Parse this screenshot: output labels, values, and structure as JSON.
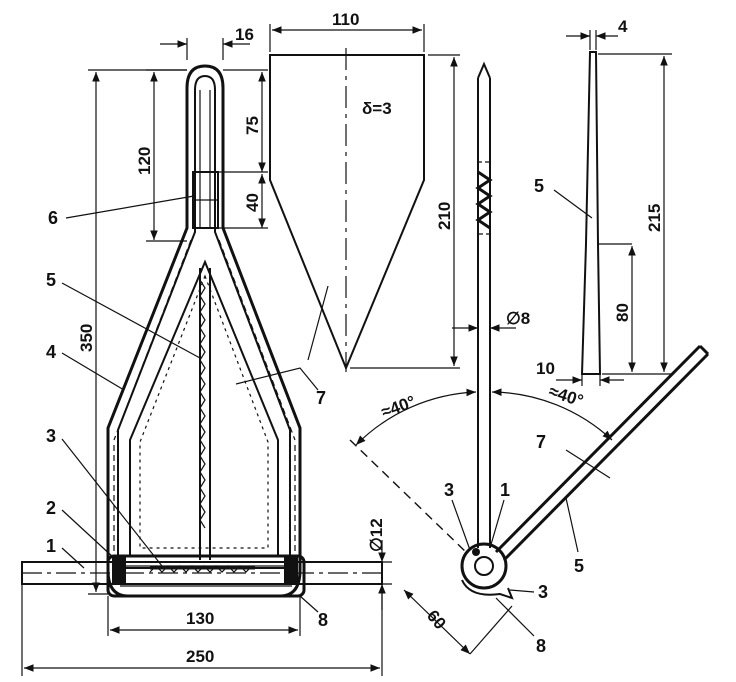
{
  "dimensions": {
    "d16": "16",
    "d110": "110",
    "d4": "4",
    "d75": "75",
    "d120": "120",
    "d40": "40",
    "d210": "210",
    "d215": "215",
    "d80": "80",
    "d350": "350",
    "d8": "∅8",
    "d10": "10",
    "d12": "∅12",
    "d130": "130",
    "d250": "250",
    "d60": "60",
    "angle_left": "≈40°",
    "angle_right": "≈40°",
    "thickness": "δ=3"
  },
  "part_labels": {
    "front_6": "6",
    "front_5": "5",
    "front_4": "4",
    "front_3": "3",
    "front_2": "2",
    "front_1": "1",
    "front_8": "8",
    "front_7": "7",
    "side_5": "5",
    "side_7": "7",
    "side_3a": "3",
    "side_1": "1",
    "side_3b": "3",
    "side_8": "8",
    "right_5": "5",
    "plate_7": "7"
  }
}
